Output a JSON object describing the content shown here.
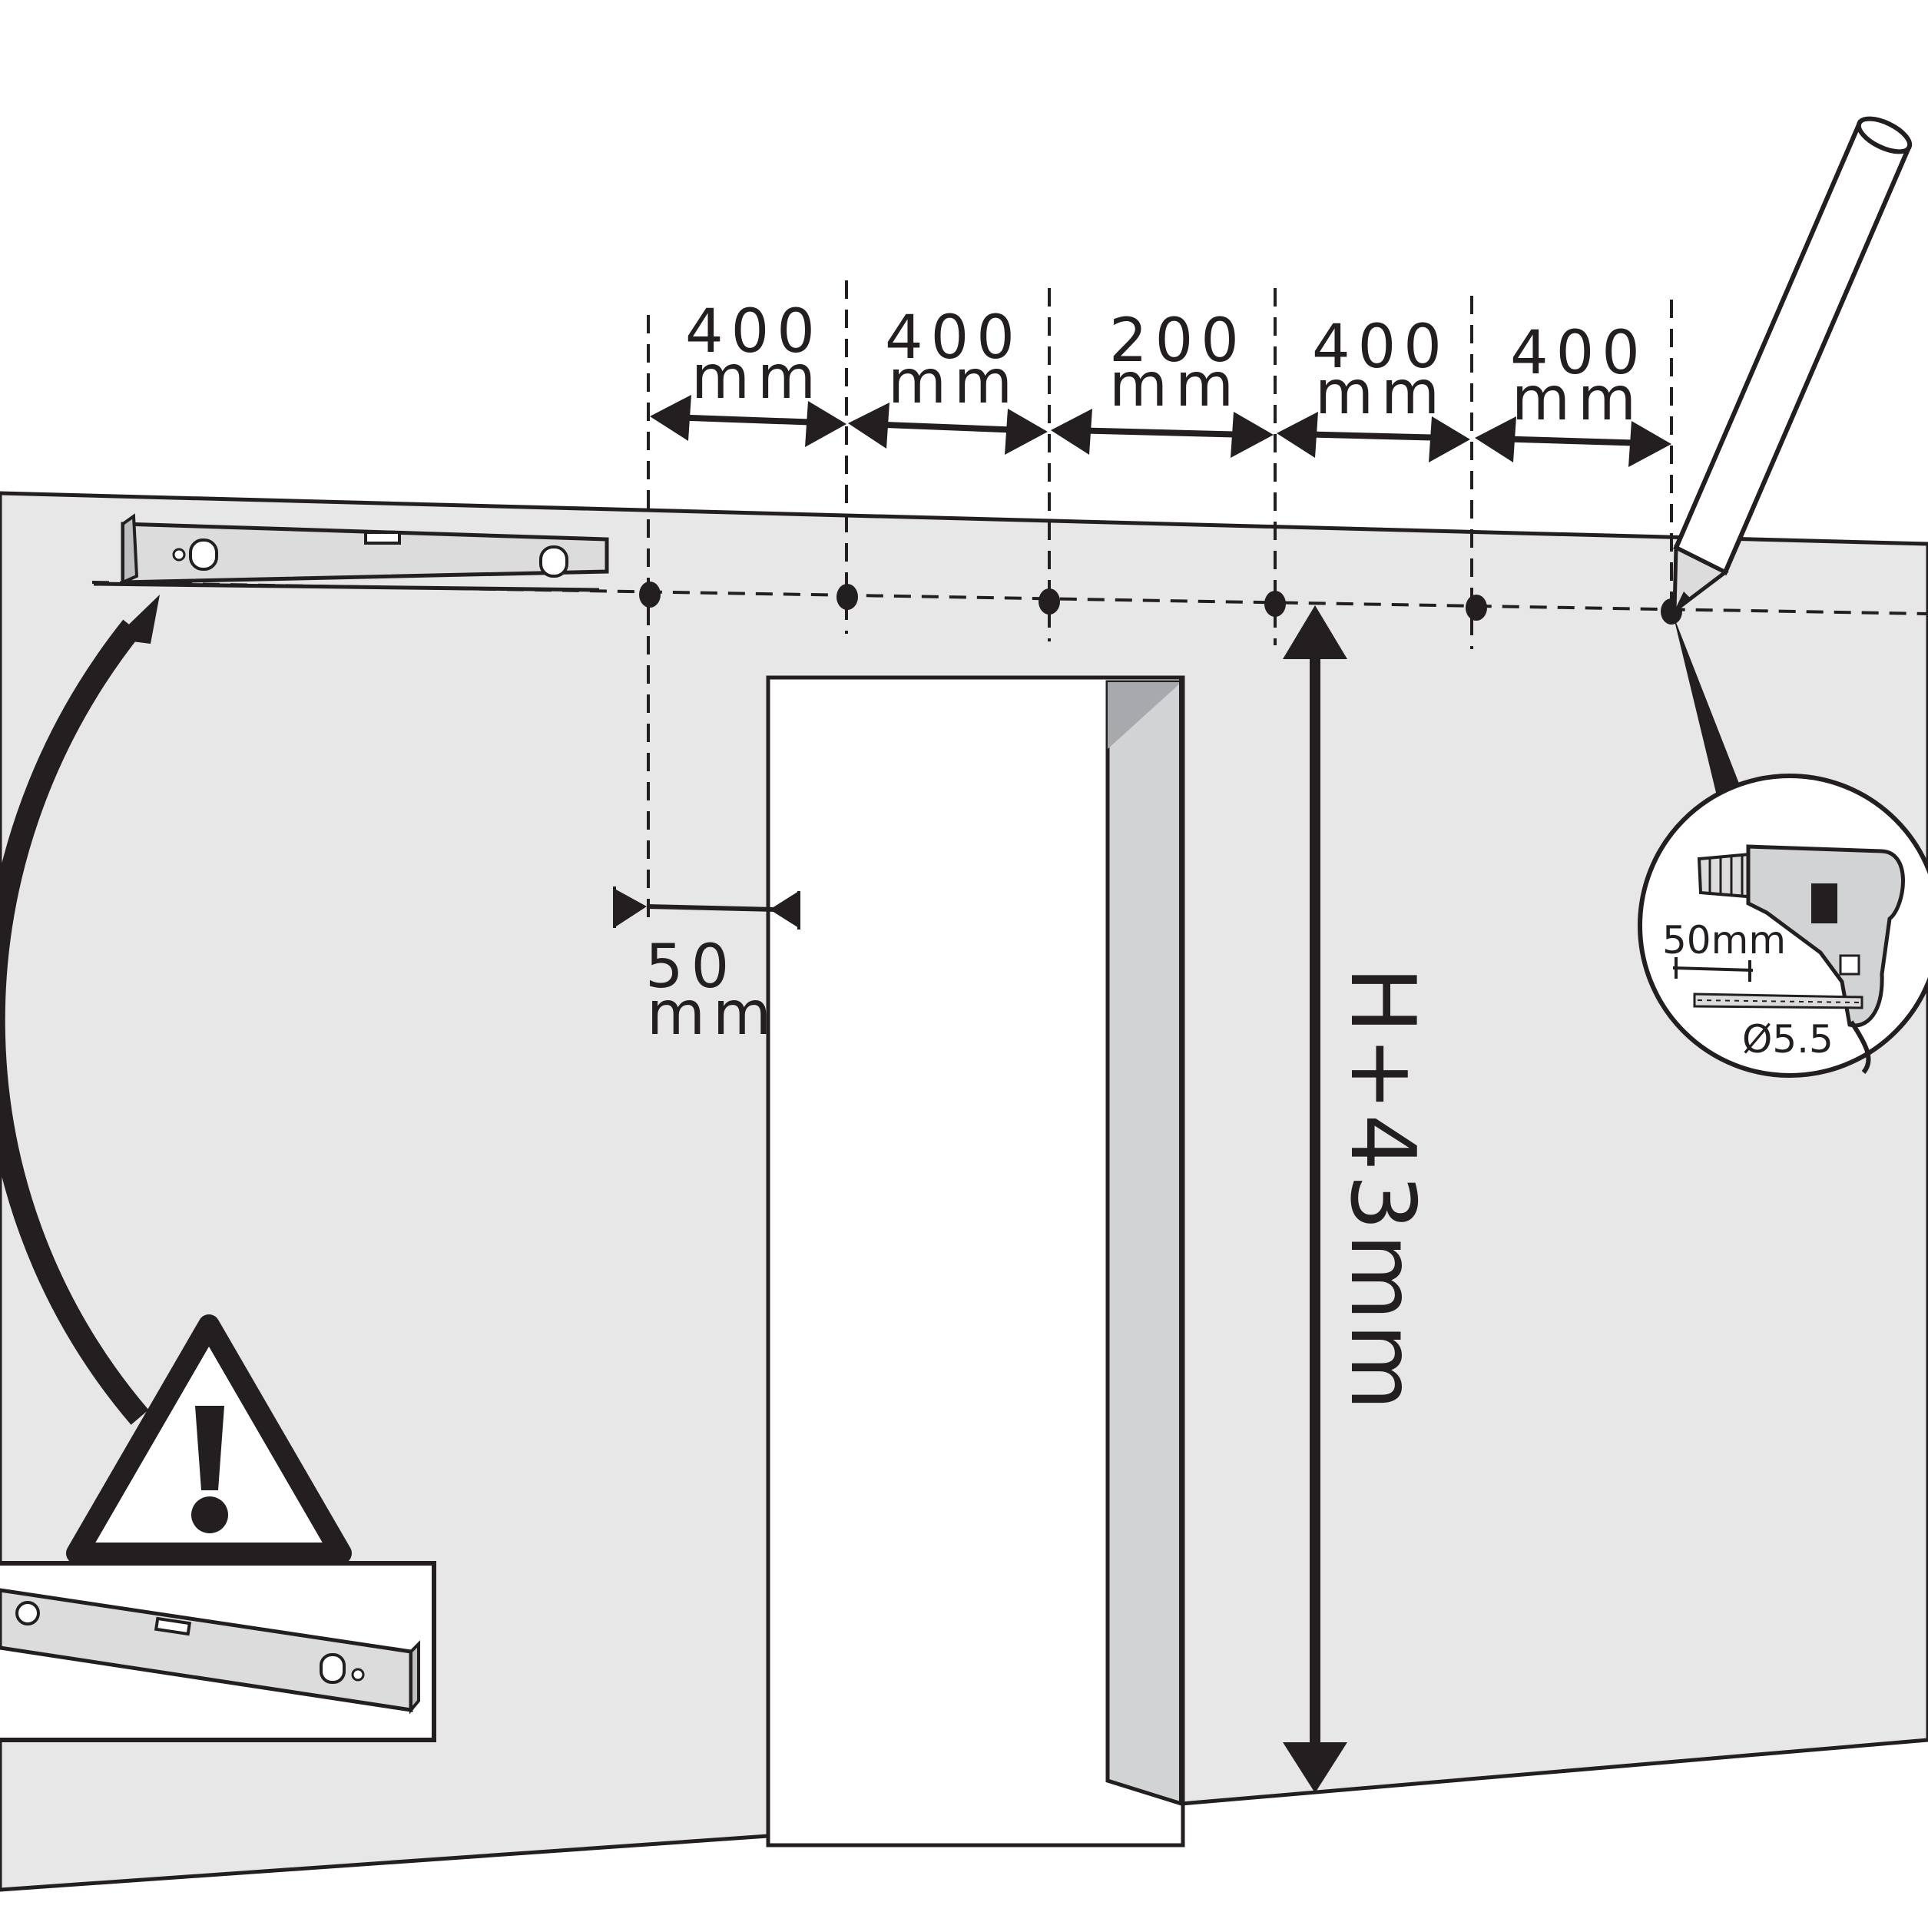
{
  "colors": {
    "wall": "#e7e7e8",
    "ink": "#231f20",
    "frame_side": "#d1d3d4",
    "frame_shade": "#a7a9ac",
    "level_body": "#dcdcdc",
    "opening": "#ffffff"
  },
  "spacing_dimensions": [
    {
      "value": "400",
      "unit": "mm"
    },
    {
      "value": "400",
      "unit": "mm"
    },
    {
      "value": "200",
      "unit": "mm"
    },
    {
      "value": "400",
      "unit": "mm"
    },
    {
      "value": "400",
      "unit": "mm"
    }
  ],
  "edge_offset": {
    "value": "50",
    "unit": "mm"
  },
  "height_label": "H+43mm",
  "drill_detail": {
    "depth_label": "50mm",
    "bit_label": "Ø5.5"
  },
  "icons": {
    "warning": "warning-triangle-icon",
    "pencil": "pencil-icon",
    "drill": "drill-icon",
    "level": "spirit-level-icon"
  }
}
